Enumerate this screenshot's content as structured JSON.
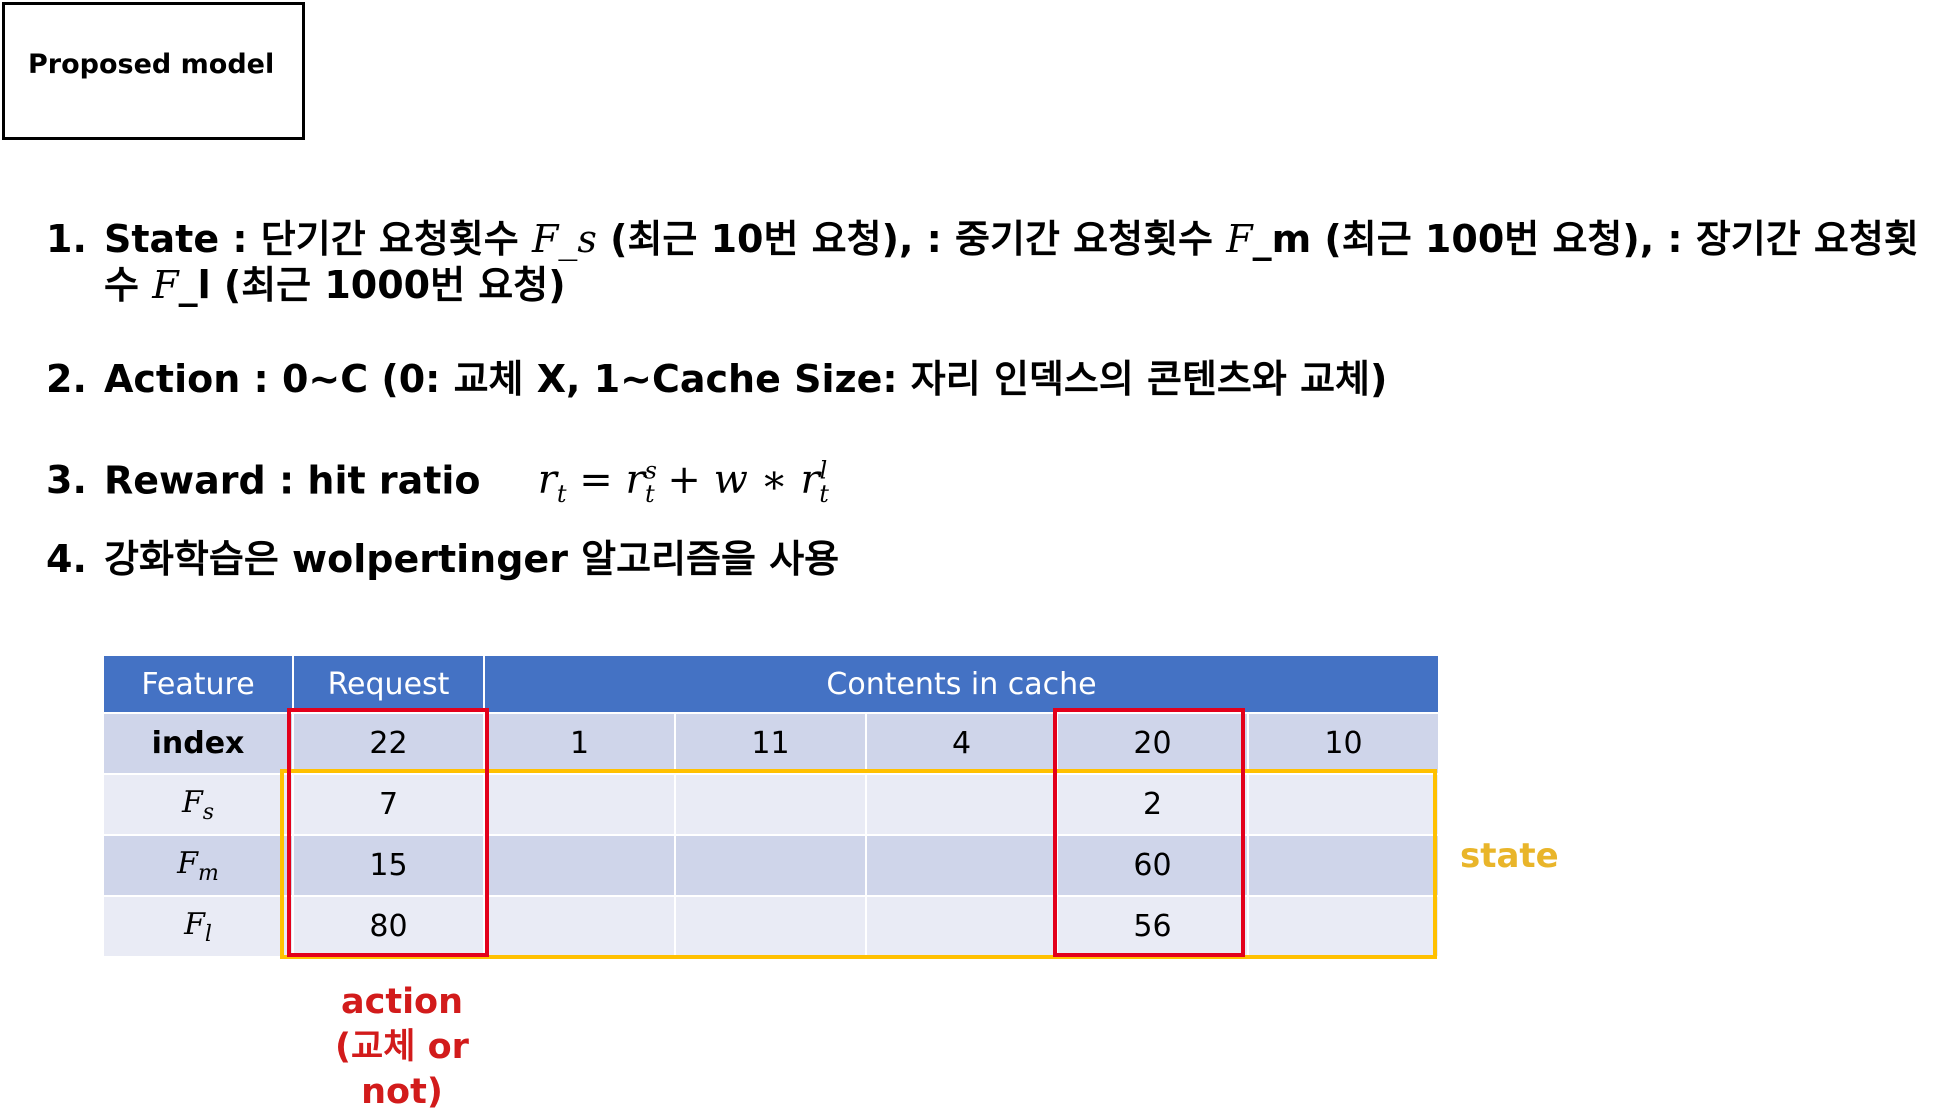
{
  "title": "Proposed model",
  "items": [
    {
      "num": "1.",
      "label": "State",
      "text_a": " : 단기간 요청횟수 ",
      "var1": "F_s",
      "text_b": " (최근 10번 요청),  : 중기간 요청횟수 ",
      "var2": "F",
      "text_c": "_m (최근 100번 요청),  : 장기간 요청횟",
      "text_d": "수 ",
      "var3": "F",
      "text_e": "_l (최근 1000번 요청)"
    },
    {
      "num": "2.",
      "label": "Action",
      "text": " : 0~C (0: 교체 X, 1~Cache Size: 자리 인덱스의 콘텐츠와 교체)"
    },
    {
      "num": "3.",
      "label": "Reward",
      "text": " : hit ratio",
      "formula": {
        "lhs": "r",
        "lhs_sub": "t",
        "eq": " = ",
        "t1": "r",
        "t1_sub": "t",
        "t1_sup": "s",
        "op": " + w ∗ ",
        "t2": "r",
        "t2_sub": "t",
        "t2_sup": "l"
      }
    },
    {
      "num": "4.",
      "text": "강화학습은 wolpertinger 알고리즘을 사용"
    }
  ],
  "table": {
    "headers": [
      "Feature",
      "Request",
      "Contents in cache"
    ],
    "index_row": {
      "label": "index",
      "request": "22",
      "cache": [
        "1",
        "11",
        "4",
        "20",
        "10"
      ]
    },
    "rows": [
      {
        "label": "F",
        "sub": "s",
        "request": "7",
        "cache": [
          "",
          "",
          "",
          "2",
          ""
        ]
      },
      {
        "label": "F",
        "sub": "m",
        "request": "15",
        "cache": [
          "",
          "",
          "",
          "60",
          ""
        ]
      },
      {
        "label": "F",
        "sub": "l",
        "request": "80",
        "cache": [
          "",
          "",
          "",
          "56",
          ""
        ]
      }
    ]
  },
  "labels": {
    "state": "state",
    "action_l1": "action",
    "action_l2": "(교체 or",
    "action_l3": "not)"
  },
  "colors": {
    "header_blue": "#4472c4",
    "row_dark": "#cfd5ea",
    "row_light": "#e9ebf5",
    "red": "#e3001b",
    "gold": "#ffc000",
    "state_label": "#e9b52a",
    "action_label": "#d21b1b"
  }
}
